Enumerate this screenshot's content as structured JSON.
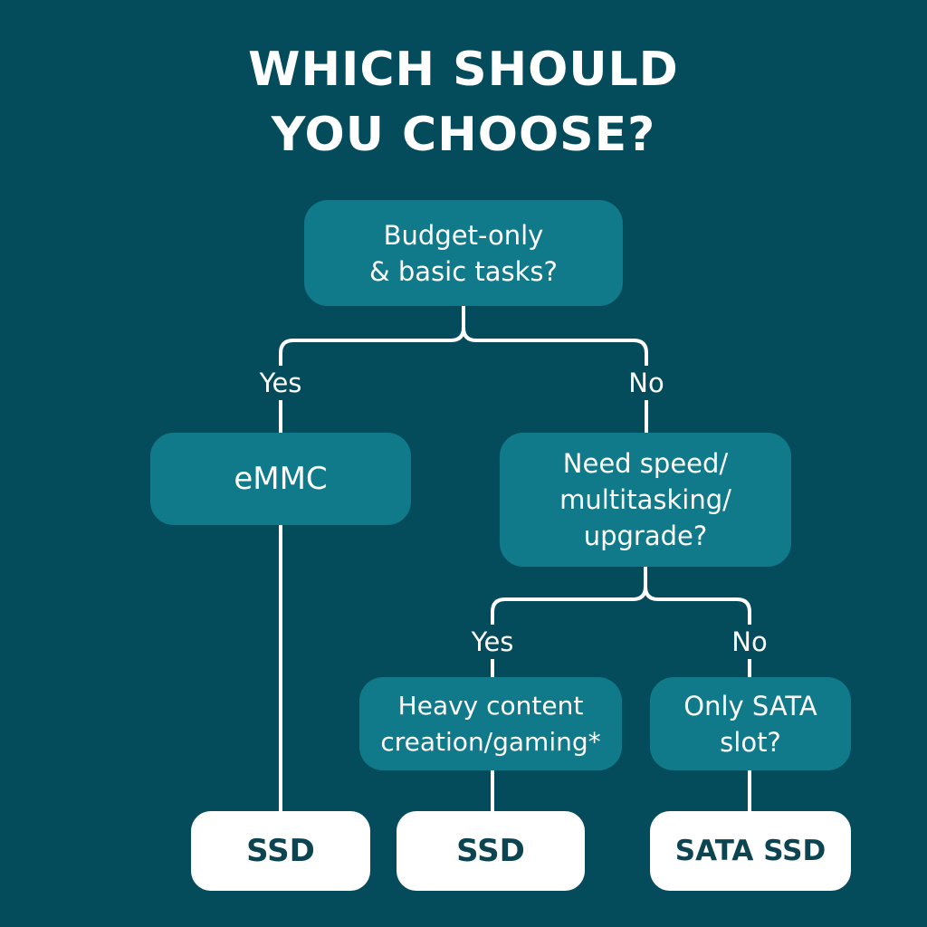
{
  "title": {
    "line1": "WHICH SHOULD",
    "line2": "YOU CHOOSE?"
  },
  "nodes": {
    "budget_question": "Budget-only\n& basic tasks?",
    "emmc": "eMMC",
    "speed_question": "Need speed/\nmultitasking/\nupgrade?",
    "heavy_question": "Heavy content\ncreation/gaming*",
    "sata_question": "Only SATA\nslot?",
    "ssd_left": "SSD",
    "ssd_middle": "SSD",
    "sata_ssd": "SATA SSD"
  },
  "edges": {
    "budget_yes": "Yes",
    "budget_no": "No",
    "speed_yes": "Yes",
    "speed_no": "No"
  },
  "colors": {
    "background": "#044c5c",
    "decision_box": "#107a8a",
    "result_box": "#ffffff",
    "result_text": "#0c4452",
    "connector": "#ffffff"
  }
}
